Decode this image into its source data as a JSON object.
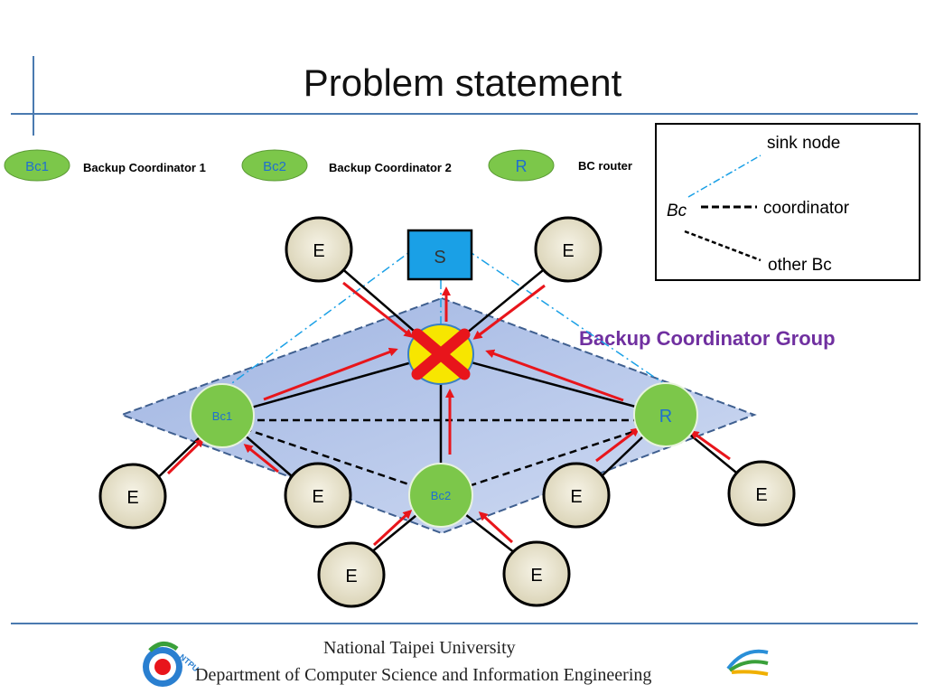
{
  "slide": {
    "title": "Problem statement"
  },
  "top_legend": [
    {
      "badge": "Bc1",
      "description": "Backup Coordinator 1"
    },
    {
      "badge": "Bc2",
      "description": "Backup Coordinator 2"
    },
    {
      "badge": "R",
      "description": "BC router"
    }
  ],
  "line_legend": {
    "bc_label": "Bc",
    "sink_label": "sink node",
    "coordinator_label": "coordinator",
    "other_label": "other Bc"
  },
  "diagram": {
    "group_label": "Backup Coordinator Group",
    "sink_label": "S",
    "bc1_label": "Bc1",
    "bc2_label": "Bc2",
    "router_label": "R",
    "end_device_label": "E"
  },
  "footer": {
    "university": "National Taipei University",
    "department": "Department of Computer Science and Information Engineering",
    "logo_left_text": "NTPU"
  },
  "colors": {
    "accent_line": "#4a7ab0",
    "node_green": "#7cc74a",
    "sink_blue": "#1aa0e6",
    "arrow_red": "#e8151b",
    "group_fill": "#a9bce6",
    "group_label_purple": "#7030a0"
  }
}
